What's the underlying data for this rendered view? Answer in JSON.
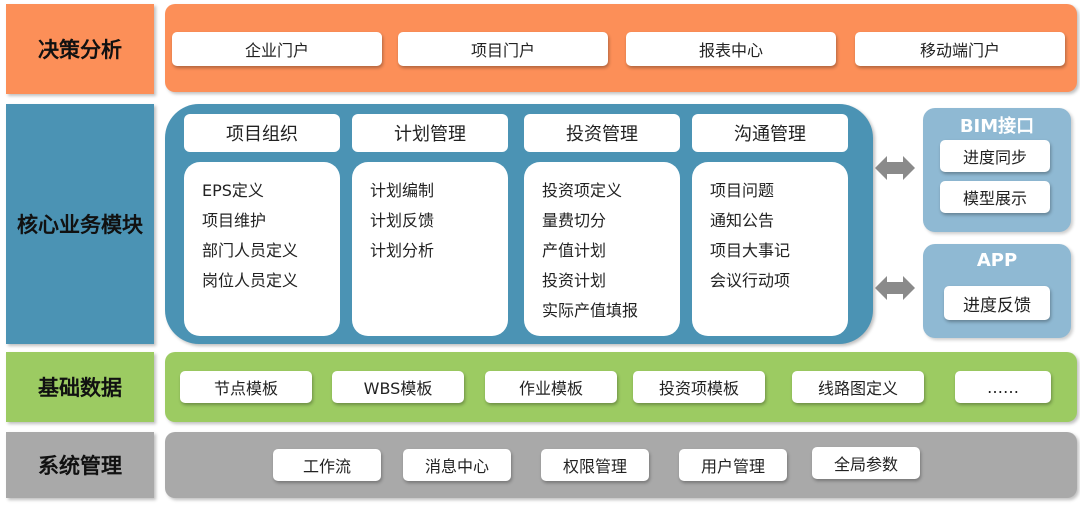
{
  "colors": {
    "decision": "#fc8f58",
    "core": "#4b93b4",
    "core_inner": "#5b9bbc",
    "side": "#8fb9d3",
    "base": "#9ccb62",
    "system": "#a9a9a9",
    "arrow": "#8a8a8a"
  },
  "layers": {
    "decision": {
      "label": "决策分析",
      "items": [
        "企业门户",
        "项目门户",
        "报表中心",
        "移动端门户"
      ]
    },
    "core": {
      "label": "核心业务模块",
      "modules": [
        {
          "title": "项目组织",
          "items": [
            "EPS定义",
            "项目维护",
            "部门人员定义",
            "岗位人员定义"
          ]
        },
        {
          "title": "计划管理",
          "items": [
            "计划编制",
            "计划反馈",
            "计划分析"
          ]
        },
        {
          "title": "投资管理",
          "items": [
            "投资项定义",
            "量费切分",
            "产值计划",
            "投资计划",
            "实际产值填报"
          ]
        },
        {
          "title": "沟通管理",
          "items": [
            "项目问题",
            "通知公告",
            "项目大事记",
            "会议行动项"
          ]
        }
      ],
      "bim": {
        "title": "BIM接口",
        "items": [
          "进度同步",
          "模型展示"
        ]
      },
      "app": {
        "title": "APP",
        "items": [
          "进度反馈"
        ]
      }
    },
    "base": {
      "label": "基础数据",
      "items": [
        "节点模板",
        "WBS模板",
        "作业模板",
        "投资项模板",
        "线路图定义",
        "……"
      ]
    },
    "system": {
      "label": "系统管理",
      "items": [
        "工作流",
        "消息中心",
        "权限管理",
        "用户管理",
        "全局参数"
      ]
    }
  }
}
